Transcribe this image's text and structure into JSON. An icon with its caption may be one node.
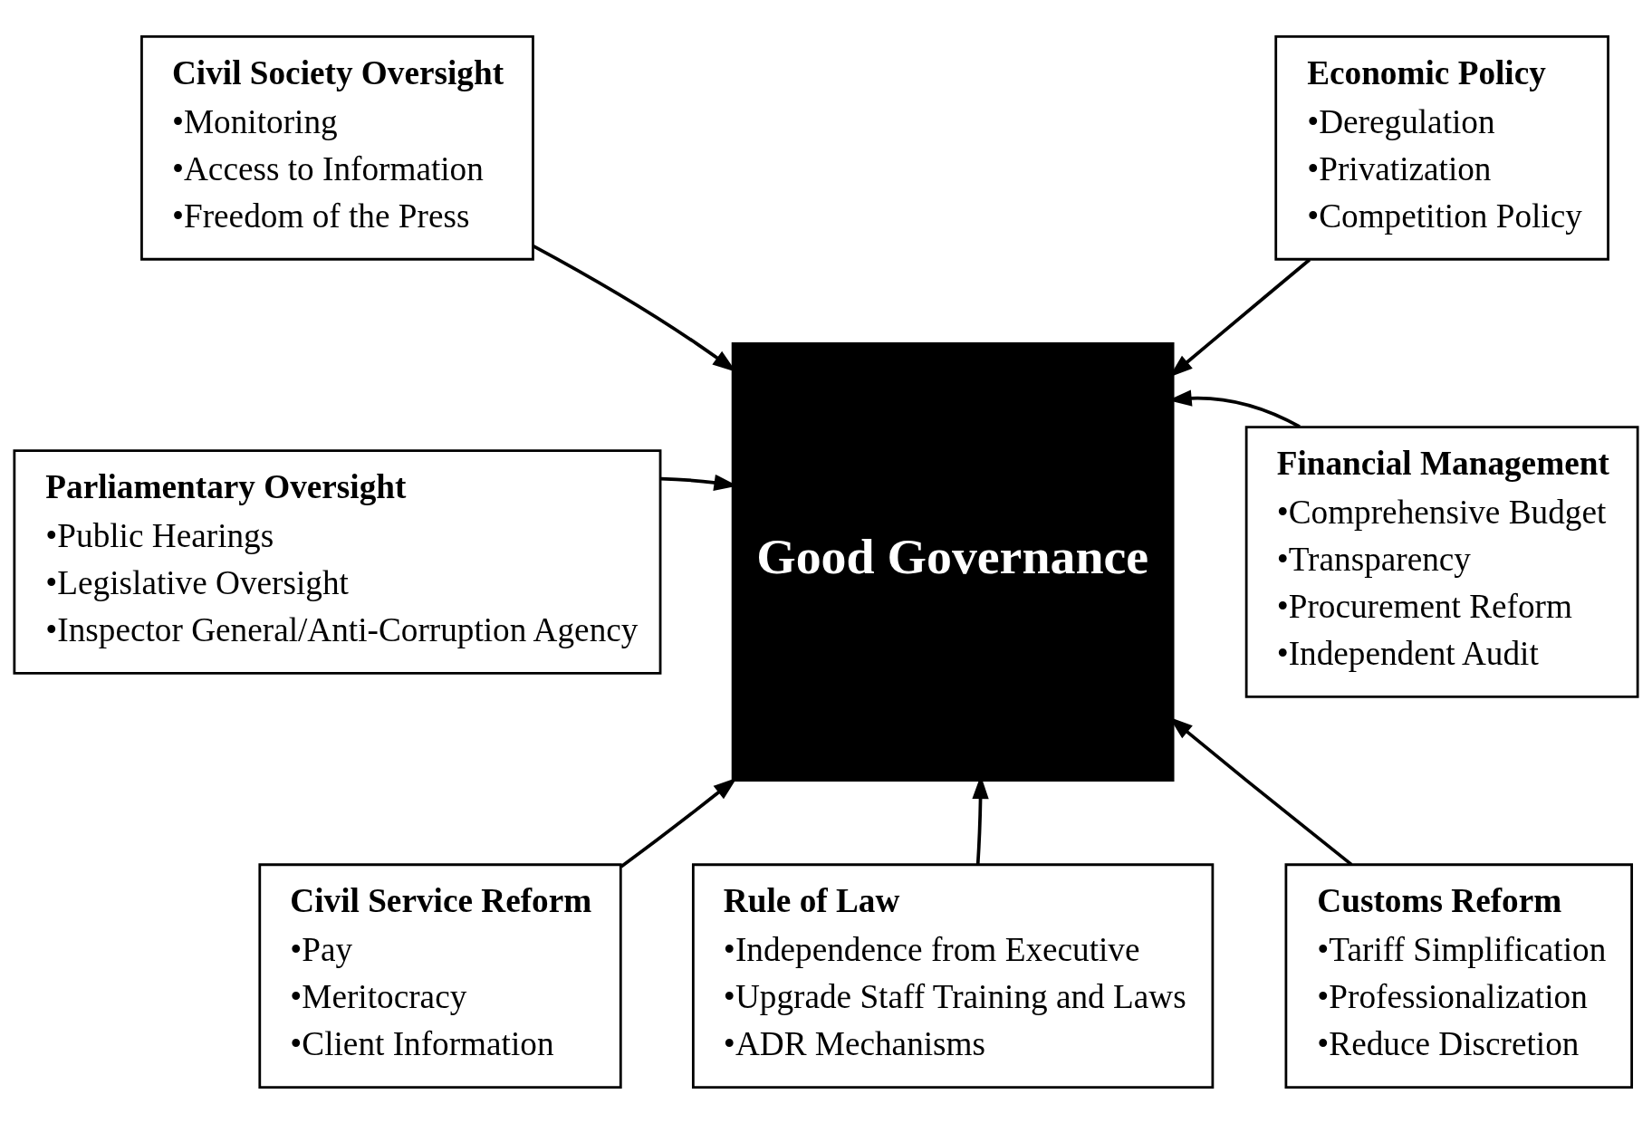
{
  "diagram": {
    "nodes": [
      {
        "text": [
          "Civil Society Oversight",
          "•Monitoring",
          "•Access to Information",
          "•Freedom of the Press"
        ]
      },
      {
        "text": [
          "Economic Policy",
          "•Deregulation",
          "•Privatization",
          "•Competition Policy"
        ]
      },
      {
        "text": [
          "Parliamentary Oversight",
          "•Public Hearings",
          "•Legislative Oversight",
          "•Inspector General/Anti-Corruption Agency"
        ]
      },
      {
        "text": [
          "Good Governance"
        ]
      },
      {
        "text": [
          "Financial Management",
          "•Comprehensive Budget",
          "•Transparency",
          "•Procurement Reform",
          "•Independent Audit"
        ]
      },
      {
        "text": [
          "Civil Service Reform",
          "•Pay",
          "•Meritocracy",
          "•Client Information"
        ]
      },
      {
        "text": [
          "Rule of Law",
          "•Independence from Executive",
          "•Upgrade Staff Training and Laws",
          "•ADR Mechanisms"
        ]
      },
      {
        "text": [
          "Customs Reform",
          "•Tariff Simplification",
          "•Professionalization",
          "•Reduce Discretion"
        ]
      }
    ],
    "edges": [
      {
        "from": 0,
        "to": 3,
        "arrow": "to"
      },
      {
        "from": 1,
        "to": 3,
        "arrow": "to"
      },
      {
        "from": 2,
        "to": 3,
        "arrow": "to"
      },
      {
        "from": 4,
        "to": 3,
        "arrow": "to"
      },
      {
        "from": 5,
        "to": 3,
        "arrow": "to"
      },
      {
        "from": 6,
        "to": 3,
        "arrow": "to"
      },
      {
        "from": 7,
        "to": 3,
        "arrow": "to"
      }
    ]
  }
}
